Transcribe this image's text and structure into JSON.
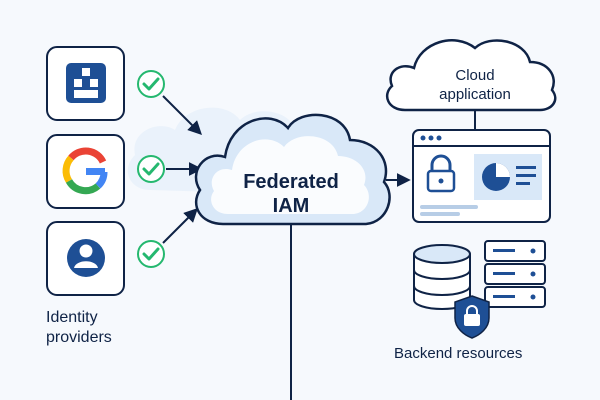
{
  "identity_providers": {
    "label_line1": "Identity",
    "label_line2": "providers",
    "items": [
      {
        "icon": "microsoft-grid-icon",
        "status": "check-icon"
      },
      {
        "icon": "google-g-icon",
        "status": "check-icon"
      },
      {
        "icon": "user-icon",
        "status": "check-icon"
      }
    ]
  },
  "federated_iam": {
    "label_line1": "Federated",
    "label_line2": "IAM"
  },
  "cloud_application": {
    "label_line1": "Cloud",
    "label_line2": "application"
  },
  "app_window": {
    "icons": [
      "lock-icon",
      "pie-chart-icon"
    ]
  },
  "backend_resources": {
    "label": "Backend resources",
    "icons": [
      "database-icon",
      "server-icon",
      "shield-lock-icon"
    ]
  },
  "colors": {
    "navy": "#0f2346",
    "accent_blue": "#1e4f95",
    "light_blue": "#d9e8f8",
    "check_green": "#25b86f",
    "background": "#f6f9fd"
  }
}
